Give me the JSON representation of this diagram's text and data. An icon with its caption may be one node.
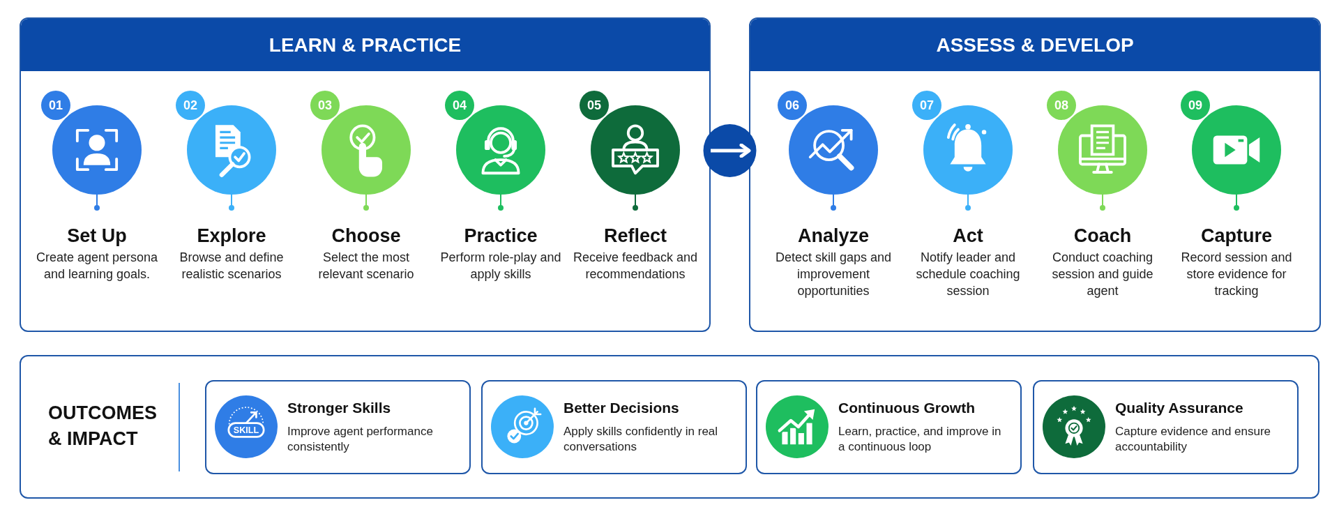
{
  "diagram": {
    "nodes": [
      {
        "text": [
          "LEARN & PRACTICE"
        ]
      },
      {
        "text": [
          "01",
          "Set Up",
          "Create agent persona and learning goals."
        ],
        "in": 0
      },
      {
        "text": [
          "02",
          "Explore",
          "Browse and define realistic scenarios"
        ],
        "in": 0
      },
      {
        "text": [
          "03",
          "Choose",
          "Select the most relevant scenario"
        ],
        "in": 0
      },
      {
        "text": [
          "04",
          "Practice",
          "Perform role-play and apply skills"
        ],
        "in": 0
      },
      {
        "text": [
          "05",
          "Reflect",
          "Receive feedback and recommendations"
        ],
        "in": 0
      },
      {
        "text": [
          "ASSESS & DEVELOP"
        ]
      },
      {
        "text": [
          "06",
          "Analyze",
          "Detect skill gaps and improvement opportunities"
        ],
        "in": 6
      },
      {
        "text": [
          "07",
          "Act",
          "Notify leader and schedule coaching session"
        ],
        "in": 6
      },
      {
        "text": [
          "08",
          "Coach",
          "Conduct coaching session and guide agent"
        ],
        "in": 6
      },
      {
        "text": [
          "09",
          "Capture",
          "Record session and store evidence for tracking"
        ],
        "in": 6
      },
      {
        "text": [
          "OUTCOMES & IMPACT"
        ]
      },
      {
        "text": [
          "Stronger Skills",
          "Improve agent performance consistently"
        ],
        "in": 11
      },
      {
        "text": [
          "Better Decisions",
          "Apply skills confidently in real conversations"
        ],
        "in": 11
      },
      {
        "text": [
          "Continuous Growth",
          "Learn, practice, and improve in a continuous loop"
        ],
        "in": 11
      },
      {
        "text": [
          "Quality Assurance",
          "Capture evidence and ensure accountability"
        ],
        "in": 11
      }
    ],
    "edges": [
      {
        "from": 0,
        "to": 6,
        "arrow": "to"
      }
    ],
    "labels": [
      "SKILL"
    ]
  }
}
